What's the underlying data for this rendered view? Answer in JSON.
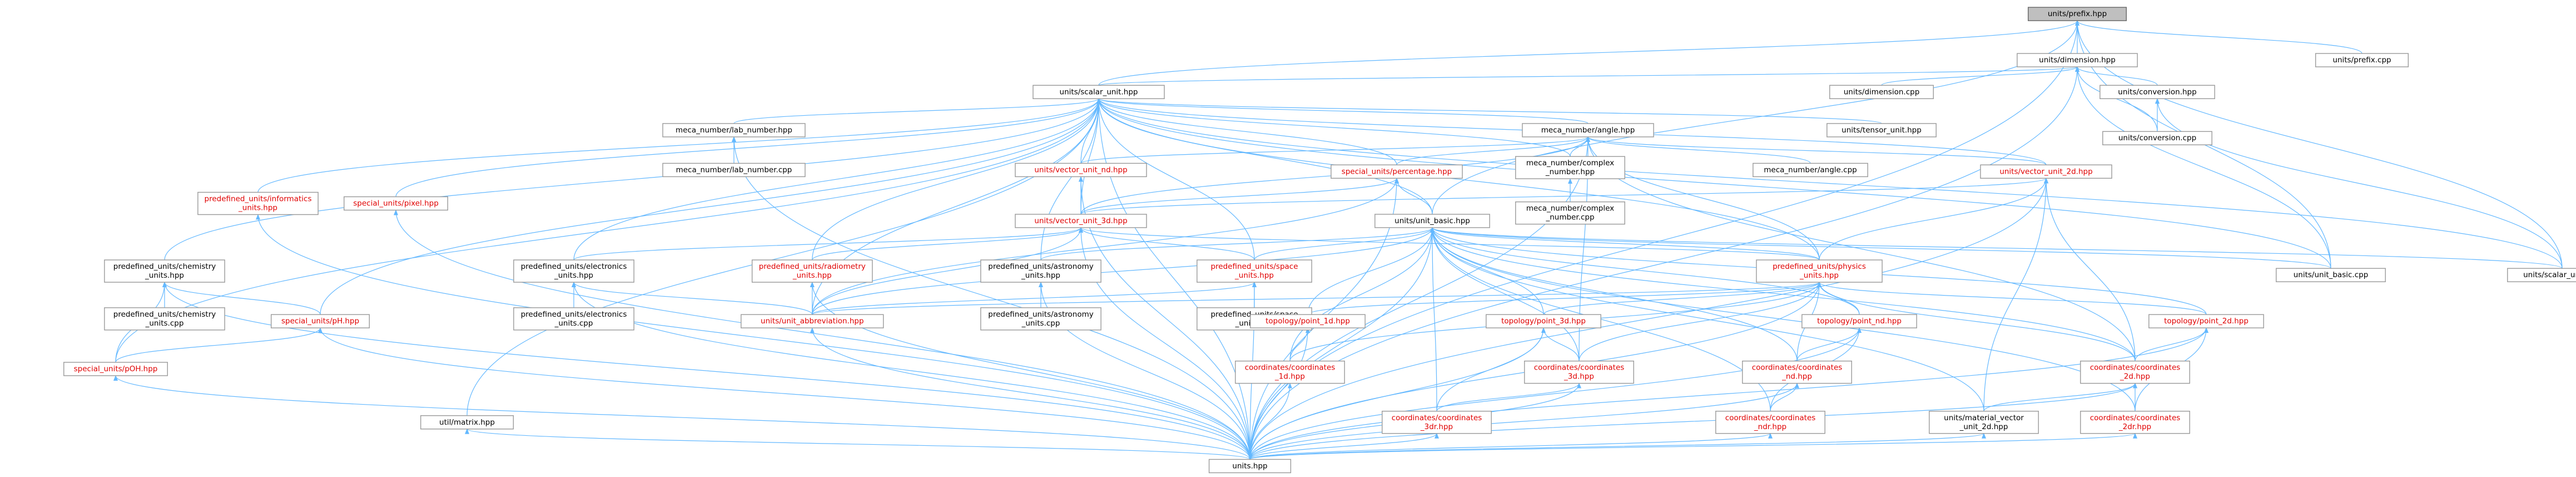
{
  "nodes": {
    "prefix": {
      "lines": [
        "units/prefix.hpp"
      ],
      "root": true
    },
    "dimension": {
      "lines": [
        "units/dimension.hpp"
      ]
    },
    "prefix_cpp": {
      "lines": [
        "units/prefix.cpp"
      ]
    },
    "scalar_unit": {
      "lines": [
        "units/scalar_unit.hpp"
      ]
    },
    "dimension_cpp": {
      "lines": [
        "units/dimension.cpp"
      ]
    },
    "conversion_hpp": {
      "lines": [
        "units/conversion.hpp"
      ]
    },
    "conversion_cpp": {
      "lines": [
        "units/conversion.cpp"
      ]
    },
    "lab_number": {
      "lines": [
        "meca_number/lab_number.hpp"
      ]
    },
    "lab_number_cpp": {
      "lines": [
        "meca_number/lab_number.cpp"
      ]
    },
    "angle": {
      "lines": [
        "meca_number/angle.hpp"
      ]
    },
    "tensor_unit": {
      "lines": [
        "units/tensor_unit.hpp"
      ]
    },
    "vector_unit_nd": {
      "lines": [
        "units/vector_unit_nd.hpp"
      ],
      "red": true
    },
    "percentage": {
      "lines": [
        "special_units/percentage.hpp"
      ],
      "red": true
    },
    "complex_number": {
      "lines": [
        "meca_number/complex",
        "_number.hpp"
      ]
    },
    "angle_cpp": {
      "lines": [
        "meca_number/angle.cpp"
      ]
    },
    "vector_unit_2d": {
      "lines": [
        "units/vector_unit_2d.hpp"
      ],
      "red": true
    },
    "informatics": {
      "lines": [
        "predefined_units/informatics",
        "_units.hpp"
      ],
      "red": true
    },
    "pixel": {
      "lines": [
        "special_units/pixel.hpp"
      ],
      "red": true
    },
    "complex_number_cpp": {
      "lines": [
        "meca_number/complex",
        "_number.cpp"
      ]
    },
    "vector_unit_3d": {
      "lines": [
        "units/vector_unit_3d.hpp"
      ],
      "red": true
    },
    "unit_basic": {
      "lines": [
        "units/unit_basic.hpp"
      ]
    },
    "chemistry": {
      "lines": [
        "predefined_units/chemistry",
        "_units.hpp"
      ]
    },
    "electronics": {
      "lines": [
        "predefined_units/electronics",
        "_units.hpp"
      ]
    },
    "radiometry": {
      "lines": [
        "predefined_units/radiometry",
        "_units.hpp"
      ],
      "red": true
    },
    "astronomy": {
      "lines": [
        "predefined_units/astronomy",
        "_units.hpp"
      ]
    },
    "space": {
      "lines": [
        "predefined_units/space",
        "_units.hpp"
      ],
      "red": true
    },
    "physics": {
      "lines": [
        "predefined_units/physics",
        "_units.hpp"
      ],
      "red": true
    },
    "unit_basic_cpp": {
      "lines": [
        "units/unit_basic.cpp"
      ]
    },
    "scalar_unit_cpp": {
      "lines": [
        "units/scalar_unit.cpp"
      ]
    },
    "chemistry_cpp": {
      "lines": [
        "predefined_units/chemistry",
        "_units.cpp"
      ]
    },
    "electronics_cpp": {
      "lines": [
        "predefined_units/electronics",
        "_units.cpp"
      ]
    },
    "unit_abbreviation": {
      "lines": [
        "units/unit_abbreviation.hpp"
      ],
      "red": true
    },
    "astronomy_cpp": {
      "lines": [
        "predefined_units/astronomy",
        "_units.cpp"
      ]
    },
    "space_cpp": {
      "lines": [
        "predefined_units/space",
        "_units.cpp"
      ]
    },
    "ph": {
      "lines": [
        "special_units/pH.hpp"
      ],
      "red": true
    },
    "point_1d": {
      "lines": [
        "topology/point_1d.hpp"
      ],
      "red": true
    },
    "point_3d": {
      "lines": [
        "topology/point_3d.hpp"
      ],
      "red": true
    },
    "point_nd": {
      "lines": [
        "topology/point_nd.hpp"
      ],
      "red": true
    },
    "point_2d": {
      "lines": [
        "topology/point_2d.hpp"
      ],
      "red": true
    },
    "poh": {
      "lines": [
        "special_units/pOH.hpp"
      ],
      "red": true
    },
    "coord_1d": {
      "lines": [
        "coordinates/coordinates",
        "_1d.hpp"
      ],
      "red": true
    },
    "coord_3d": {
      "lines": [
        "coordinates/coordinates",
        "_3d.hpp"
      ],
      "red": true
    },
    "coord_nd": {
      "lines": [
        "coordinates/coordinates",
        "_nd.hpp"
      ],
      "red": true
    },
    "coord_2d": {
      "lines": [
        "coordinates/coordinates",
        "_2d.hpp"
      ],
      "red": true
    },
    "matrix": {
      "lines": [
        "util/matrix.hpp"
      ]
    },
    "material_vector": {
      "lines": [
        "units/material_vector",
        "_unit_2d.hpp"
      ]
    },
    "coord_3dr": {
      "lines": [
        "coordinates/coordinates",
        "_3dr.hpp"
      ],
      "red": true
    },
    "coord_ndr": {
      "lines": [
        "coordinates/coordinates",
        "_ndr.hpp"
      ],
      "red": true
    },
    "coord_2dr": {
      "lines": [
        "coordinates/coordinates",
        "_2dr.hpp"
      ],
      "red": true
    },
    "units": {
      "lines": [
        "units.hpp"
      ]
    }
  },
  "edges": [
    [
      "prefix",
      "dimension"
    ],
    [
      "prefix",
      "prefix_cpp"
    ],
    [
      "prefix",
      "scalar_unit"
    ],
    [
      "prefix",
      "unit_basic"
    ],
    [
      "prefix",
      "unit_basic_cpp"
    ],
    [
      "prefix",
      "scalar_unit_cpp"
    ],
    [
      "prefix",
      "units"
    ],
    [
      "dimension",
      "scalar_unit"
    ],
    [
      "dimension",
      "dimension_cpp"
    ],
    [
      "dimension",
      "conversion_hpp"
    ],
    [
      "dimension",
      "conversion_cpp"
    ],
    [
      "dimension",
      "unit_basic_cpp"
    ],
    [
      "dimension",
      "units"
    ],
    [
      "conversion_hpp",
      "conversion_cpp"
    ],
    [
      "conversion_hpp",
      "scalar_unit_cpp"
    ],
    [
      "scalar_unit",
      "lab_number"
    ],
    [
      "scalar_unit",
      "angle"
    ],
    [
      "scalar_unit",
      "tensor_unit"
    ],
    [
      "scalar_unit",
      "vector_unit_nd"
    ],
    [
      "scalar_unit",
      "percentage"
    ],
    [
      "scalar_unit",
      "complex_number"
    ],
    [
      "scalar_unit",
      "vector_unit_2d"
    ],
    [
      "scalar_unit",
      "informatics"
    ],
    [
      "scalar_unit",
      "pixel"
    ],
    [
      "scalar_unit",
      "vector_unit_3d"
    ],
    [
      "scalar_unit",
      "unit_basic"
    ],
    [
      "scalar_unit",
      "chemistry"
    ],
    [
      "scalar_unit",
      "electronics"
    ],
    [
      "scalar_unit",
      "radiometry"
    ],
    [
      "scalar_unit",
      "astronomy"
    ],
    [
      "scalar_unit",
      "space"
    ],
    [
      "scalar_unit",
      "physics"
    ],
    [
      "scalar_unit",
      "unit_basic_cpp"
    ],
    [
      "scalar_unit",
      "scalar_unit_cpp"
    ],
    [
      "scalar_unit",
      "unit_abbreviation"
    ],
    [
      "scalar_unit",
      "ph"
    ],
    [
      "scalar_unit",
      "poh"
    ],
    [
      "scalar_unit",
      "matrix"
    ],
    [
      "scalar_unit",
      "units"
    ],
    [
      "lab_number",
      "lab_number_cpp"
    ],
    [
      "lab_number",
      "units"
    ],
    [
      "angle",
      "vector_unit_nd"
    ],
    [
      "angle",
      "percentage"
    ],
    [
      "angle",
      "complex_number"
    ],
    [
      "angle",
      "angle_cpp"
    ],
    [
      "angle",
      "vector_unit_2d"
    ],
    [
      "angle",
      "vector_unit_3d"
    ],
    [
      "angle",
      "physics"
    ],
    [
      "angle",
      "coord_3d"
    ],
    [
      "angle",
      "coord_2d"
    ],
    [
      "angle",
      "units"
    ],
    [
      "complex_number",
      "complex_number_cpp"
    ],
    [
      "vector_unit_nd",
      "vector_unit_3d"
    ],
    [
      "vector_unit_nd",
      "units"
    ],
    [
      "percentage",
      "vector_unit_3d"
    ],
    [
      "percentage",
      "unit_basic"
    ],
    [
      "percentage",
      "unit_abbreviation"
    ],
    [
      "percentage",
      "units"
    ],
    [
      "vector_unit_2d",
      "vector_unit_3d"
    ],
    [
      "vector_unit_2d",
      "physics"
    ],
    [
      "vector_unit_2d",
      "material_vector"
    ],
    [
      "vector_unit_2d",
      "coord_2d"
    ],
    [
      "vector_unit_2d",
      "units"
    ],
    [
      "vector_unit_3d",
      "electronics"
    ],
    [
      "vector_unit_3d",
      "radiometry"
    ],
    [
      "vector_unit_3d",
      "space"
    ],
    [
      "vector_unit_3d",
      "physics"
    ],
    [
      "vector_unit_3d",
      "unit_abbreviation"
    ],
    [
      "vector_unit_3d",
      "units"
    ],
    [
      "informatics",
      "units"
    ],
    [
      "pixel",
      "units"
    ],
    [
      "unit_basic",
      "astronomy"
    ],
    [
      "unit_basic",
      "space"
    ],
    [
      "unit_basic",
      "physics"
    ],
    [
      "unit_basic",
      "unit_basic_cpp"
    ],
    [
      "unit_basic",
      "scalar_unit_cpp"
    ],
    [
      "unit_basic",
      "point_1d"
    ],
    [
      "unit_basic",
      "point_3d"
    ],
    [
      "unit_basic",
      "point_nd"
    ],
    [
      "unit_basic",
      "point_2d"
    ],
    [
      "unit_basic",
      "coord_1d"
    ],
    [
      "unit_basic",
      "coord_3d"
    ],
    [
      "unit_basic",
      "coord_nd"
    ],
    [
      "unit_basic",
      "coord_2d"
    ],
    [
      "unit_basic",
      "material_vector"
    ],
    [
      "unit_basic",
      "coord_3dr"
    ],
    [
      "unit_basic",
      "coord_ndr"
    ],
    [
      "unit_basic",
      "coord_2dr"
    ],
    [
      "unit_basic",
      "unit_abbreviation"
    ],
    [
      "unit_basic",
      "units"
    ],
    [
      "chemistry",
      "chemistry_cpp"
    ],
    [
      "chemistry",
      "ph"
    ],
    [
      "chemistry",
      "poh"
    ],
    [
      "chemistry",
      "units"
    ],
    [
      "electronics",
      "electronics_cpp"
    ],
    [
      "electronics",
      "unit_abbreviation"
    ],
    [
      "electronics",
      "units"
    ],
    [
      "radiometry",
      "unit_abbreviation"
    ],
    [
      "radiometry",
      "units"
    ],
    [
      "astronomy",
      "astronomy_cpp"
    ],
    [
      "astronomy",
      "units"
    ],
    [
      "space",
      "space_cpp"
    ],
    [
      "space",
      "unit_abbreviation"
    ],
    [
      "space",
      "units"
    ],
    [
      "physics",
      "unit_abbreviation"
    ],
    [
      "physics",
      "point_1d"
    ],
    [
      "physics",
      "point_3d"
    ],
    [
      "physics",
      "point_nd"
    ],
    [
      "physics",
      "point_2d"
    ],
    [
      "physics",
      "coord_1d"
    ],
    [
      "physics",
      "coord_3d"
    ],
    [
      "physics",
      "coord_nd"
    ],
    [
      "physics",
      "coord_2d"
    ],
    [
      "physics",
      "units"
    ],
    [
      "unit_abbreviation",
      "units"
    ],
    [
      "ph",
      "poh"
    ],
    [
      "ph",
      "units"
    ],
    [
      "poh",
      "units"
    ],
    [
      "point_1d",
      "coord_1d"
    ],
    [
      "point_1d",
      "units"
    ],
    [
      "point_3d",
      "coord_3d"
    ],
    [
      "point_3d",
      "coord_3dr"
    ],
    [
      "point_3d",
      "units"
    ],
    [
      "point_nd",
      "coord_nd"
    ],
    [
      "point_nd",
      "coord_ndr"
    ],
    [
      "point_nd",
      "units"
    ],
    [
      "point_2d",
      "coord_2d"
    ],
    [
      "point_2d",
      "coord_2dr"
    ],
    [
      "point_2d",
      "units"
    ],
    [
      "coord_1d",
      "units"
    ],
    [
      "coord_3d",
      "coord_3dr"
    ],
    [
      "coord_3d",
      "units"
    ],
    [
      "coord_nd",
      "coord_ndr"
    ],
    [
      "coord_nd",
      "units"
    ],
    [
      "coord_2d",
      "coord_2dr"
    ],
    [
      "coord_2d",
      "material_vector"
    ],
    [
      "coord_2d",
      "units"
    ],
    [
      "matrix",
      "units"
    ],
    [
      "material_vector",
      "units"
    ],
    [
      "coord_3dr",
      "units"
    ],
    [
      "coord_ndr",
      "units"
    ],
    [
      "coord_2dr",
      "units"
    ]
  ]
}
